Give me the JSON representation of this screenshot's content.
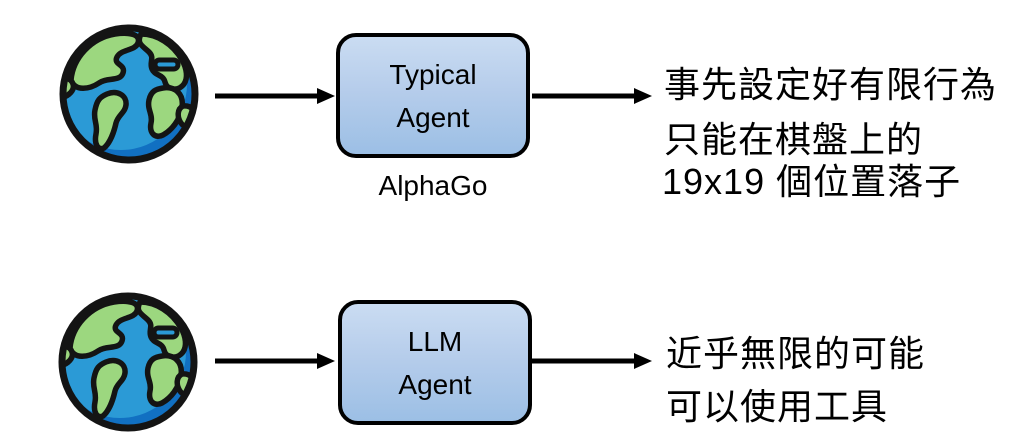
{
  "diagram": {
    "description_tag": "agent-comparison-diagram",
    "rows": [
      {
        "input_icon": "earth-globe-icon",
        "agent_label_lines": [
          "Typical",
          "Agent"
        ],
        "agent_name": "AlphaGo",
        "outcome_lines": [
          "事先設定好有限行為",
          "只能在棋盤上的",
          "19x19 個位置落子"
        ]
      },
      {
        "input_icon": "earth-globe-icon",
        "agent_label_lines": [
          "LLM",
          "Agent"
        ],
        "agent_name": "",
        "outcome_lines": [
          "近乎無限的可能",
          "可以使用工具"
        ]
      }
    ],
    "colors": {
      "box_fill_top": "#cadcf2",
      "box_fill_bottom": "#9cbfe5",
      "box_border": "#000000",
      "arrow": "#000000",
      "text": "#000000",
      "globe_ocean": "#2b9ad6",
      "globe_ocean_shadow": "#1170c2",
      "globe_land": "#9cd77f",
      "globe_outline": "#141414"
    }
  }
}
